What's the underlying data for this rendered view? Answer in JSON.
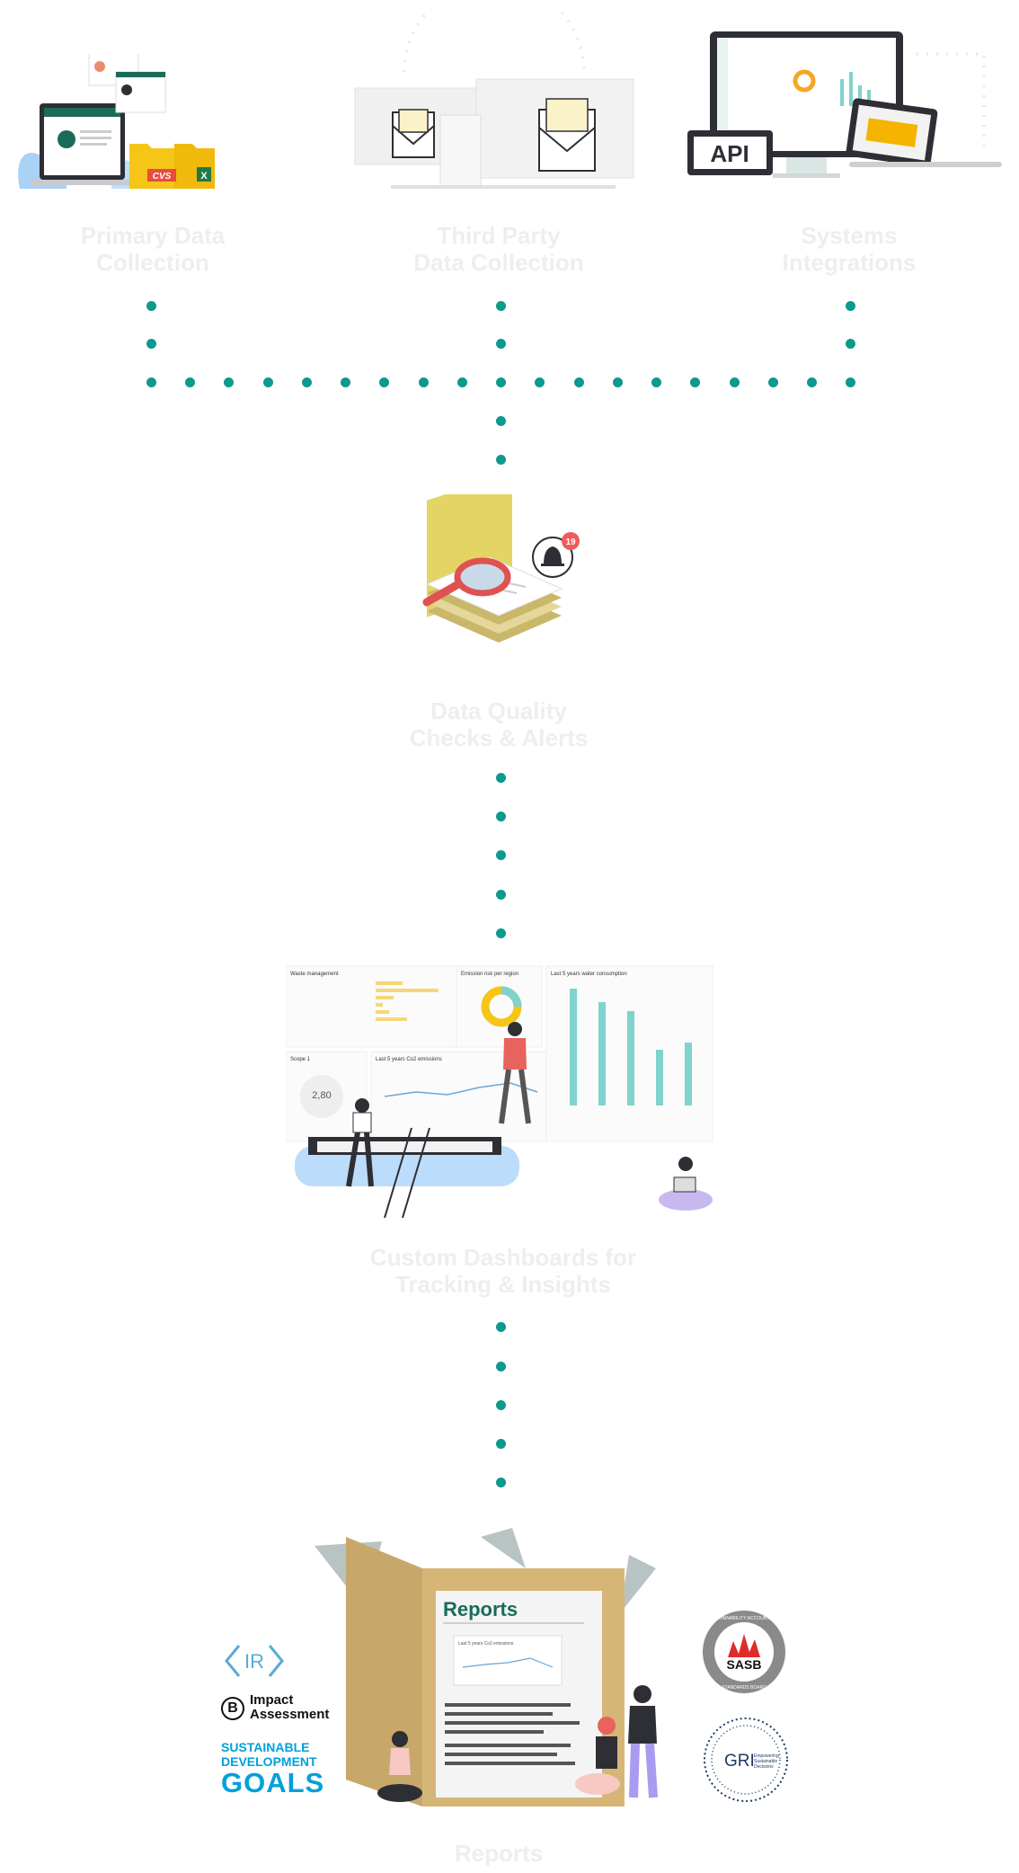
{
  "stages": {
    "primary": {
      "label_line1": "Primary Data",
      "label_line2": "Collection"
    },
    "third_party": {
      "label_line1": "Third Party",
      "label_line2": "Data Collection"
    },
    "systems": {
      "label_line1": "Systems",
      "label_line2": "Integrations"
    },
    "quality": {
      "label_line1": "Data Quality",
      "label_line2": "Checks & Alerts"
    },
    "dashboards": {
      "label_line1": "Custom Dashboards for",
      "label_line2": "Tracking & Insights"
    },
    "reports": {
      "label": "Reports"
    }
  },
  "primary_illustration": {
    "folder_cvs": "CVS",
    "folder_excel": "X"
  },
  "systems_illustration": {
    "api_label": "API"
  },
  "alert": {
    "badge_count": "19"
  },
  "dashboard_panels": {
    "waste": "Waste management",
    "emissions_region": "Emission risk per region",
    "water": "Last 5 years water consumption",
    "scope": "Scope 1",
    "scope_value": "2,80",
    "co2": "Last 5 years Co2 emissions"
  },
  "reports_board": {
    "title": "Reports",
    "chart_title": "Last 5 years Co2 emissions"
  },
  "frameworks": {
    "ir": "IR",
    "b_impact_line1": "Impact",
    "b_impact_line2": "Assessment",
    "b_letter": "B",
    "sdg_line1": "SUSTAINABLE",
    "sdg_line2": "DEVELOPMENT",
    "sdg_line3": "GOALS",
    "sasb": "SASB",
    "sasb_ring_top": "SUSTAINABILITY ACCOUNTING",
    "sasb_ring_bottom": "STANDARDS BOARD",
    "gri": "GRI",
    "gri_tag_1": "Empowering",
    "gri_tag_2": "Sustainable",
    "gri_tag_3": "Decisions"
  },
  "colors": {
    "connector_teal": "#0b9a8d",
    "label_gray": "#eeeeee",
    "brand_green": "#1a6b5a",
    "folder_yellow": "#f5c518",
    "chart_teal": "#7fd3cc",
    "alert_red": "#ef5a5a"
  }
}
